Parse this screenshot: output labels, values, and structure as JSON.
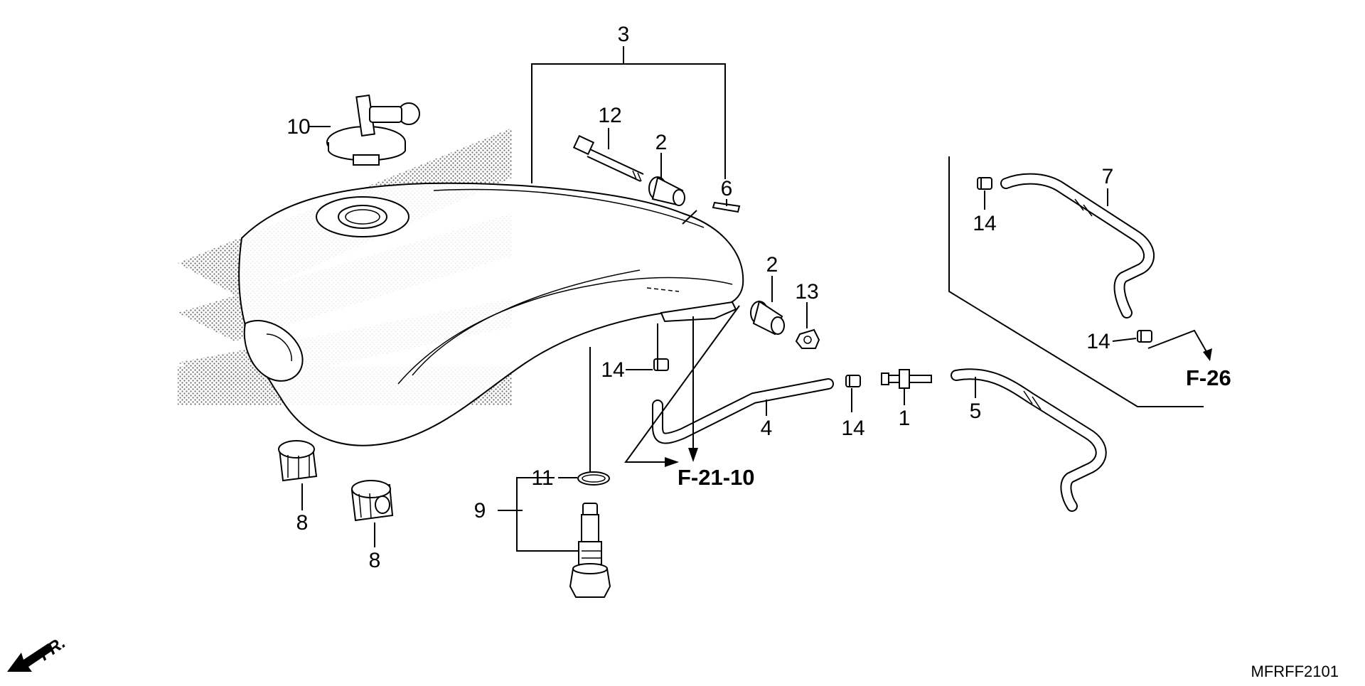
{
  "diagram": {
    "drawing_code": "MFRFF2101",
    "front_indicator": "FR.",
    "references": {
      "vent_hose_ref": "F-21-10",
      "breather_ref": "F-26"
    },
    "callouts": [
      {
        "id": "c1",
        "label": "1"
      },
      {
        "id": "c2a",
        "label": "2"
      },
      {
        "id": "c2b",
        "label": "2"
      },
      {
        "id": "c3",
        "label": "3"
      },
      {
        "id": "c4",
        "label": "4"
      },
      {
        "id": "c5",
        "label": "5"
      },
      {
        "id": "c6",
        "label": "6"
      },
      {
        "id": "c7",
        "label": "7"
      },
      {
        "id": "c8a",
        "label": "8"
      },
      {
        "id": "c8b",
        "label": "8"
      },
      {
        "id": "c9",
        "label": "9"
      },
      {
        "id": "c10",
        "label": "10"
      },
      {
        "id": "c11",
        "label": "11"
      },
      {
        "id": "c12",
        "label": "12"
      },
      {
        "id": "c13",
        "label": "13"
      },
      {
        "id": "c14a",
        "label": "14"
      },
      {
        "id": "c14b",
        "label": "14"
      },
      {
        "id": "c14c",
        "label": "14"
      },
      {
        "id": "c14d",
        "label": "14"
      }
    ]
  }
}
